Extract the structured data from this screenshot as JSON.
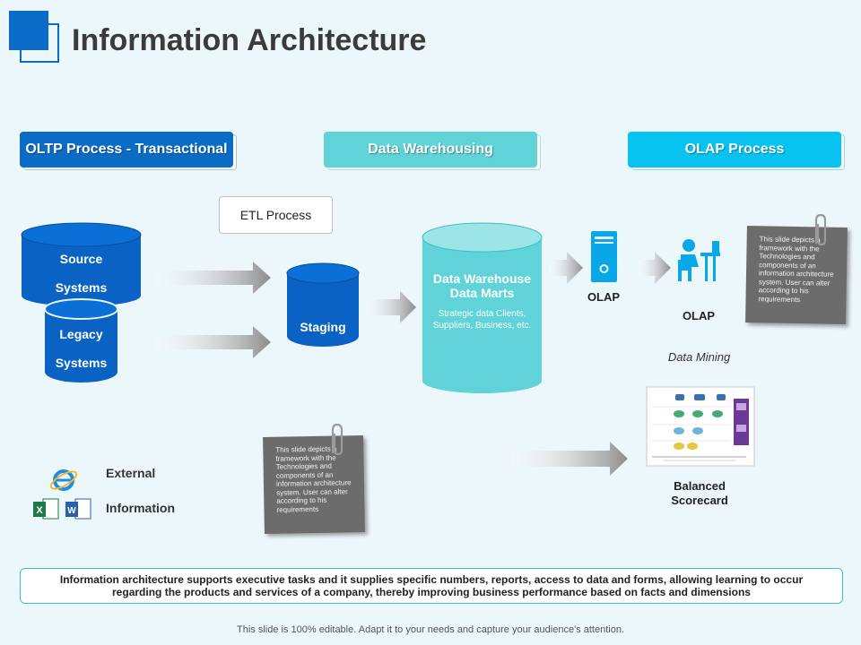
{
  "title": "Information Architecture",
  "headers": {
    "oltp": "OLTP Process  -  Transactional",
    "dw": "Data Warehousing",
    "olap": "OLAP Process"
  },
  "etl": "ETL Process",
  "source_systems": {
    "line1": "Source",
    "line2": "Systems"
  },
  "legacy_systems": {
    "line1": "Legacy",
    "line2": "Systems"
  },
  "staging": "Staging",
  "warehouse": {
    "title1": "Data Warehouse",
    "title2": "Data Marts",
    "desc": "Strategic data Clients, Suppliers, Business, etc."
  },
  "olap_server_label": "OLAP",
  "olap_user_label": "OLAP",
  "data_mining": "Data Mining",
  "balanced_scorecard": {
    "line1": "Balanced",
    "line2": "Scorecard"
  },
  "external": "External",
  "information": "Information",
  "note_text": "This slide depicts a framework with the Technologies and components of an information architecture system. User can alter according to his requirements",
  "bottom_text": "Information architecture supports executive tasks and it supplies specific numbers, reports, access to data and forms, allowing learning to occur regarding the products and services of a company, thereby improving business performance based on facts and dimensions",
  "footer": "This slide is 100% editable. Adapt it to your needs and capture your audience's attention.",
  "icons": [
    "internet-explorer-icon",
    "excel-icon",
    "word-icon",
    "server-icon",
    "user-at-desk-icon",
    "paperclip-icon",
    "arrow-icon"
  ],
  "colors": {
    "oltp": "#0a6cc7",
    "dw": "#5fd3d8",
    "olap": "#08c3f0",
    "cylinder_blue": "#0a63c4",
    "cylinder_teal": "#5fd3d8",
    "note_gray": "#6c6c6c"
  }
}
